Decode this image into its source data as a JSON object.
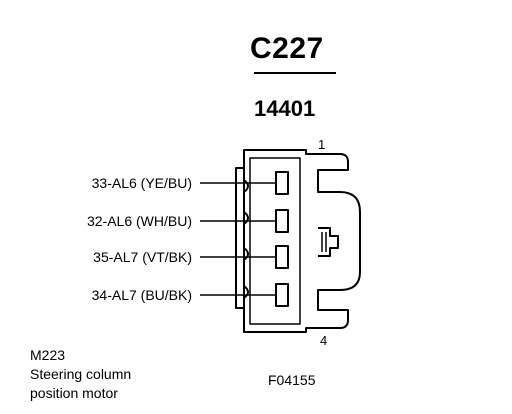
{
  "header": {
    "connector_id": "C227",
    "part_number": "14401"
  },
  "pins": [
    {
      "label": "33-AL6 (YE/BU)"
    },
    {
      "label": "32-AL6 (WH/BU)"
    },
    {
      "label": "35-AL7 (VT/BK)"
    },
    {
      "label": "34-AL7 (BU/BK)"
    }
  ],
  "pin_markers": {
    "first": "1",
    "last": "4"
  },
  "component": {
    "code": "M223",
    "name_line1": "Steering column",
    "name_line2": "position motor"
  },
  "figure_ref": "F04155"
}
